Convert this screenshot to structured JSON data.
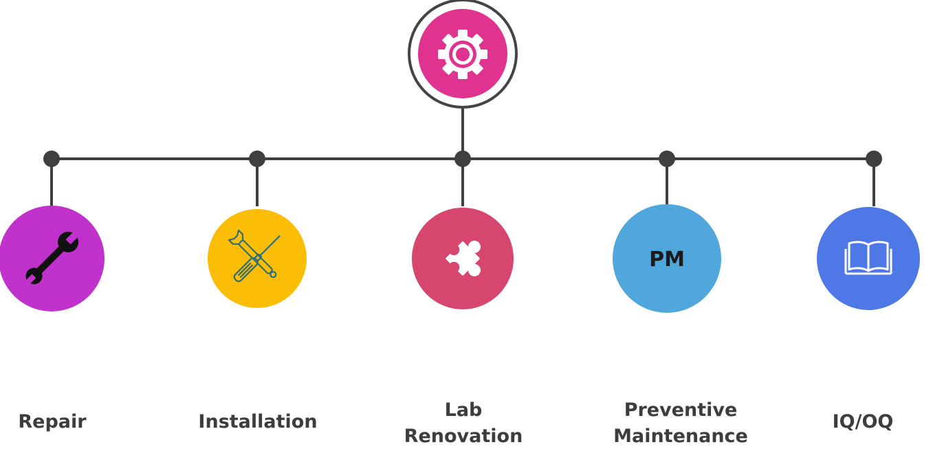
{
  "colors": {
    "line": "#3f3f3f",
    "hub": "#e0338f",
    "hub_ring": "#444444",
    "label_text": "#3d3d3d"
  },
  "hub": {
    "icon": "gear-icon"
  },
  "nodes": [
    {
      "label_lines": [
        "Repair"
      ],
      "color": "#c131cc",
      "icon": "wrench-icon"
    },
    {
      "label_lines": [
        "Installation"
      ],
      "color": "#fbbd06",
      "icon": "wrench-screwdriver-icon"
    },
    {
      "label_lines": [
        "Lab",
        "Renovation"
      ],
      "color": "#d6466f",
      "icon": "puzzle-piece-icon"
    },
    {
      "label_lines": [
        "Preventive",
        "Maintenance"
      ],
      "color": "#4fa7dc",
      "icon": "pm-text-icon",
      "icon_text": "PM"
    },
    {
      "label_lines": [
        "IQ/OQ"
      ],
      "color": "#4e78e6",
      "icon": "book-icon"
    }
  ]
}
